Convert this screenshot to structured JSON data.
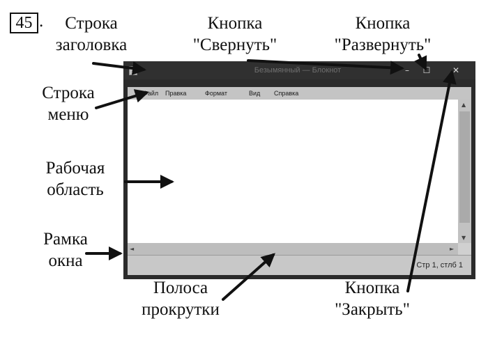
{
  "task_number": "45",
  "task_number_dot": ".",
  "labels": {
    "title_bar": [
      "Строка",
      "заголовка"
    ],
    "minimize_btn": [
      "Кнопка",
      "\"Свернуть\""
    ],
    "maximize_btn": [
      "Кнопка",
      "\"Развернуть\""
    ],
    "menu_bar": [
      "Строка",
      "меню"
    ],
    "work_area": [
      "Рабочая",
      "область"
    ],
    "window_frame": [
      "Рамка",
      "окна"
    ],
    "scrollbar": [
      "Полоса",
      "прокрутки"
    ],
    "close_btn": [
      "Кнопка",
      "\"Закрыть\""
    ]
  },
  "window": {
    "title": "Безымянный — Блокнот",
    "min_glyph": "–",
    "max_glyph": "☐",
    "close_glyph": "✕",
    "menu": [
      "Файл",
      "Правка",
      "Формат",
      "Вид",
      "Справка"
    ],
    "status": "Стр 1, стлб 1",
    "scroll_up": "▲",
    "scroll_down": "▼",
    "scroll_left": "◄",
    "scroll_right": "►"
  },
  "colors": {
    "frame": "#2b2b2b",
    "menubar": "#c4c4c4",
    "arrow": "#111111"
  }
}
